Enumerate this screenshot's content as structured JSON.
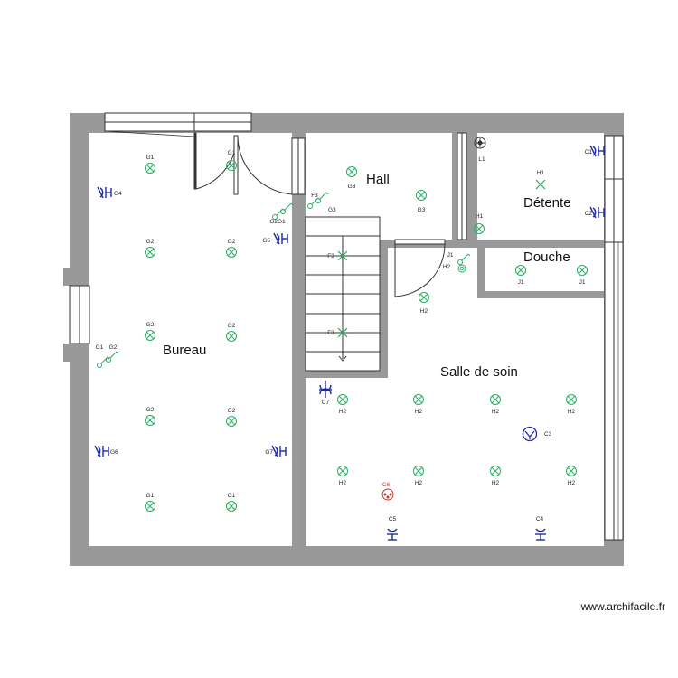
{
  "rooms": {
    "bureau": "Bureau",
    "hall": "Hall",
    "detente": "Détente",
    "douche": "Douche",
    "salle_de_soin": "Salle de soin"
  },
  "credit": "www.archifacile.fr",
  "symbol_labels": {
    "G1": "G1",
    "G2": "G2",
    "G3": "G3",
    "G4": "G4",
    "G5": "G5",
    "G6": "G6",
    "G7": "G7",
    "G2G1": "G2G1",
    "F3": "F3",
    "H1": "H1",
    "H2": "H2",
    "J1": "J1",
    "L1": "L1",
    "C1": "C1",
    "C2": "C2",
    "C3": "C3",
    "C4": "C4",
    "C5": "C5",
    "C6": "C6",
    "C7": "C7"
  },
  "colors": {
    "wall": "#999999",
    "green_symbol": "#27ae60",
    "blue_symbol": "#1a2aa8",
    "red_symbol": "#c0392b"
  }
}
